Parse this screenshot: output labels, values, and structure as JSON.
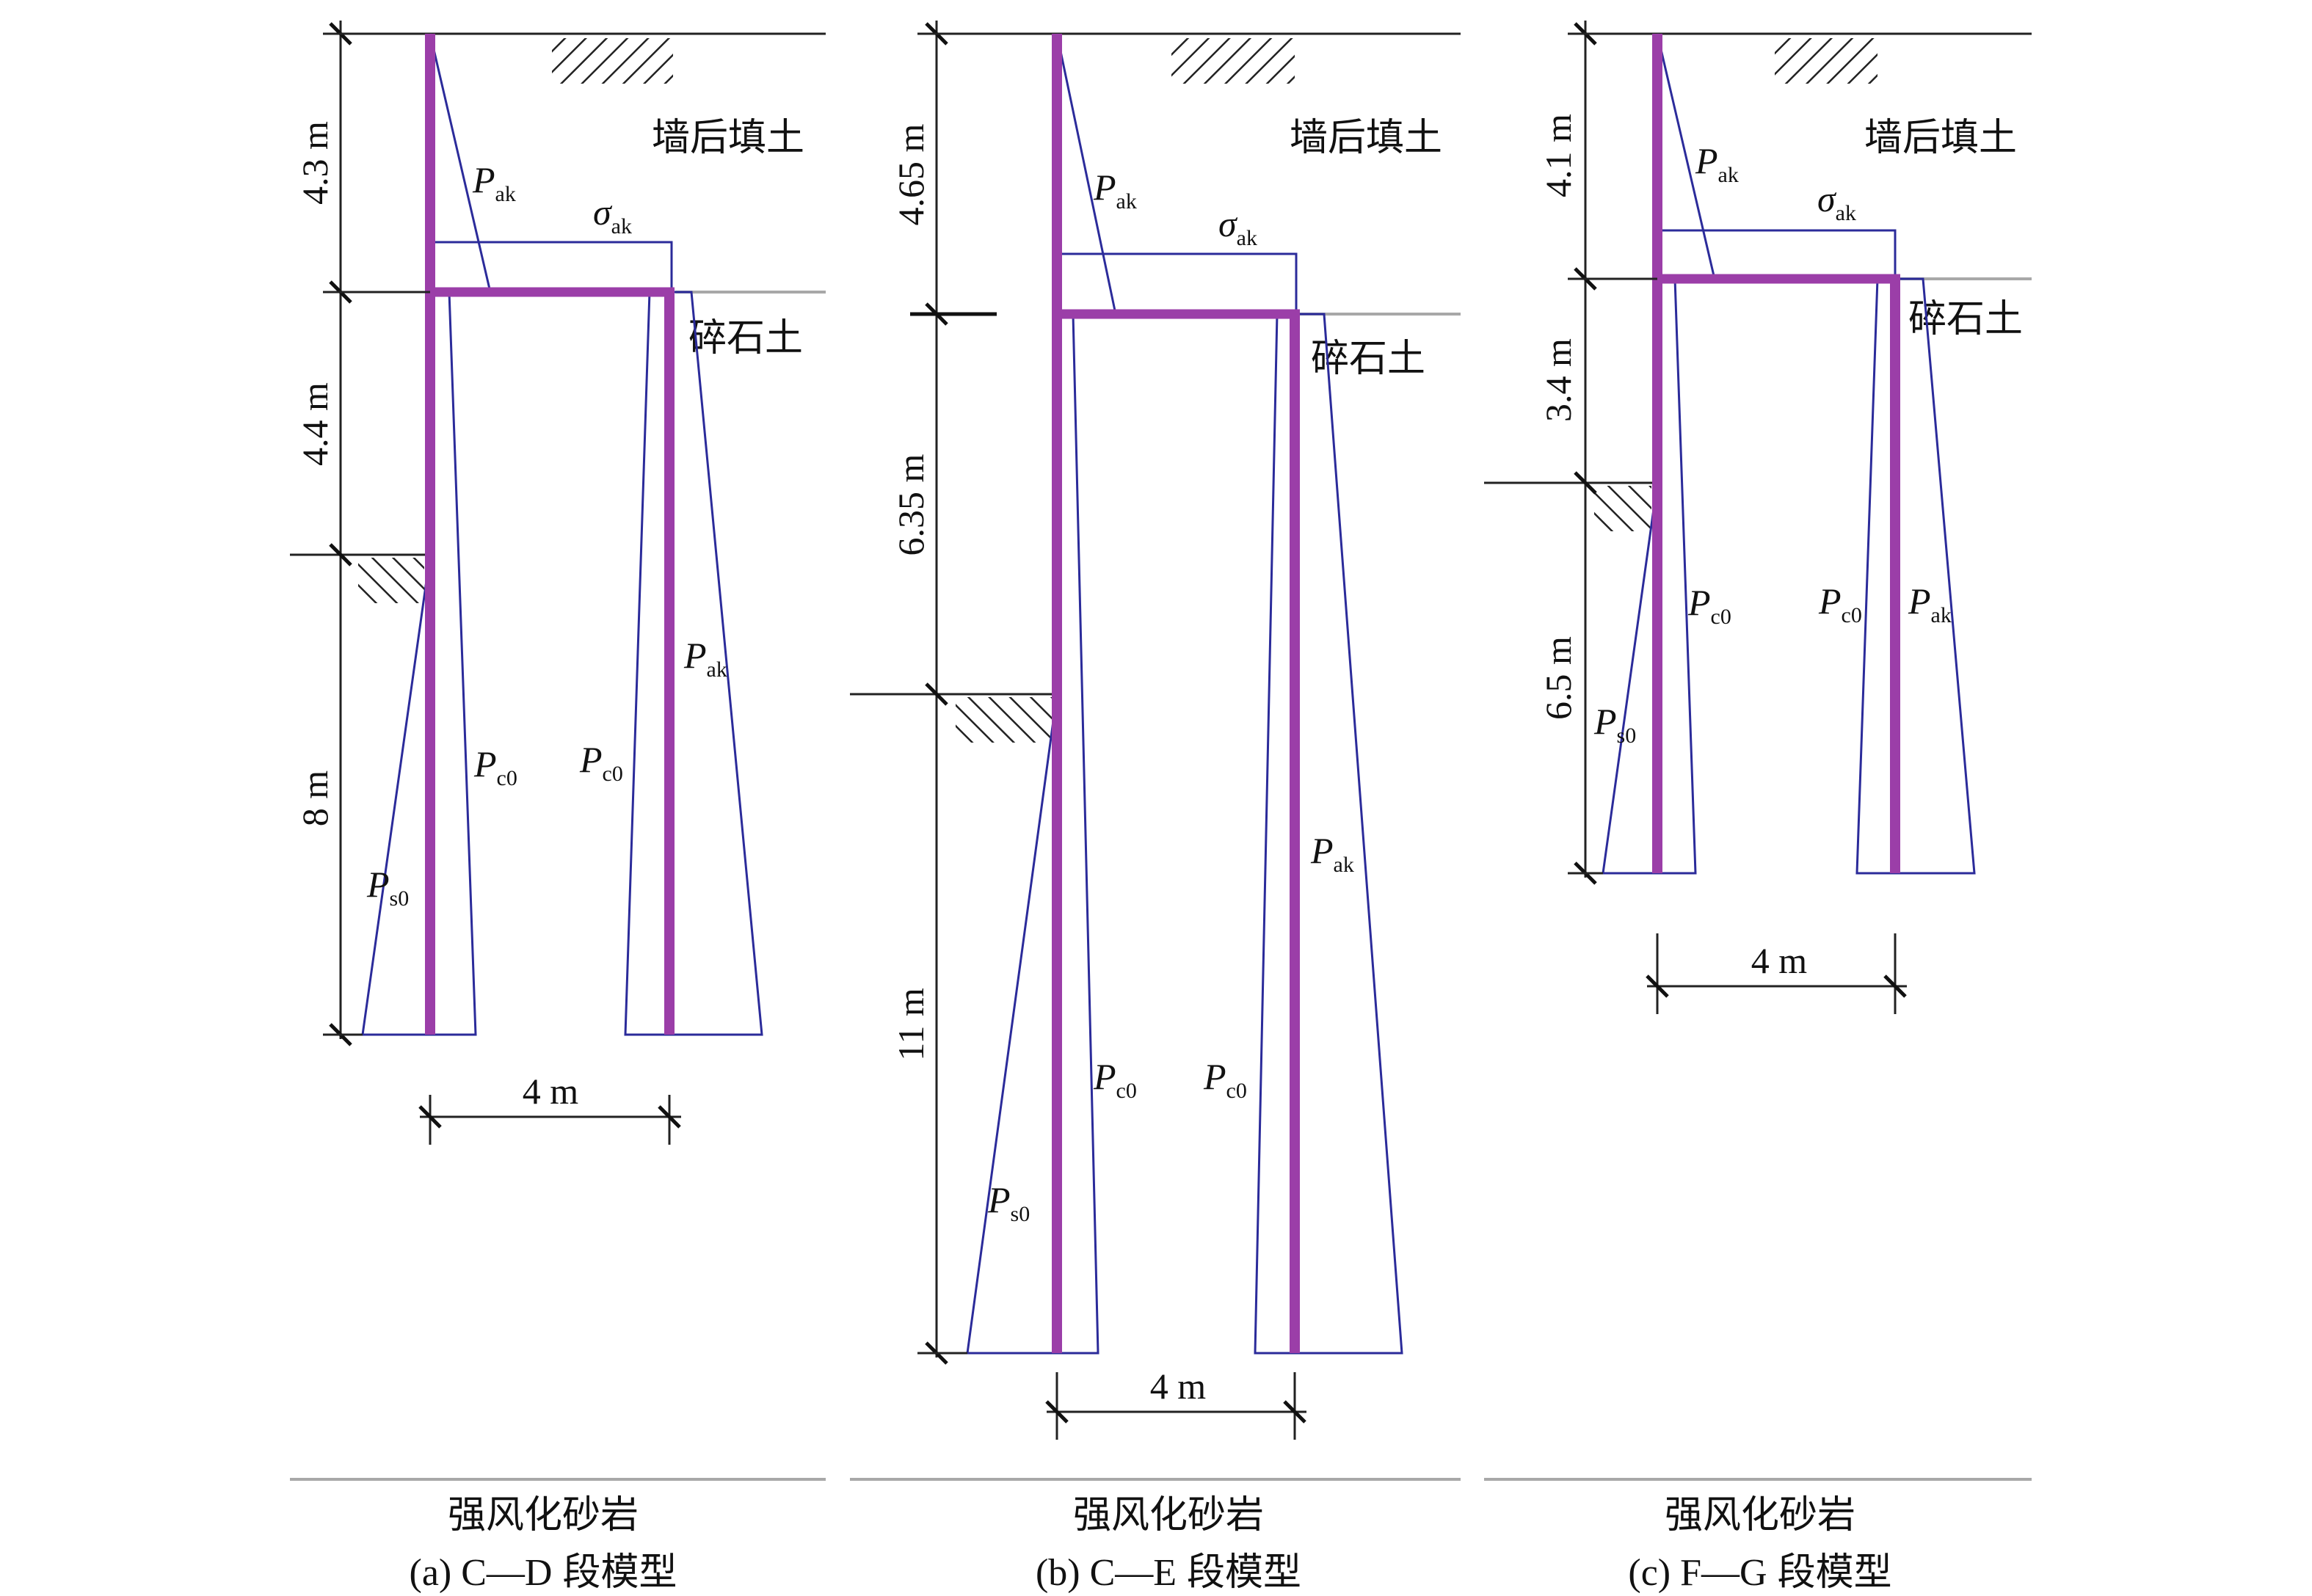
{
  "labels": {
    "backfill": "墙后填土",
    "gravel": "碎石土",
    "rock": "强风化砂岩",
    "P": "P",
    "sigma": "σ",
    "sub_ak": "ak",
    "sub_c0": "c0",
    "sub_s0": "s0",
    "spacing": "4 m"
  },
  "panels": [
    {
      "caption_prefix": "(a) C—D",
      "caption_suffix": "段模型",
      "dims": [
        "4.3 m",
        "4.4 m",
        "8 m"
      ]
    },
    {
      "caption_prefix": "(b) C—E",
      "caption_suffix": "段模型",
      "dims": [
        "4.65 m",
        "6.35 m",
        "11 m"
      ]
    },
    {
      "caption_prefix": "(c) F—G",
      "caption_suffix": "段模型",
      "dims": [
        "4.1 m",
        "3.4 m",
        "6.5 m"
      ]
    }
  ]
}
